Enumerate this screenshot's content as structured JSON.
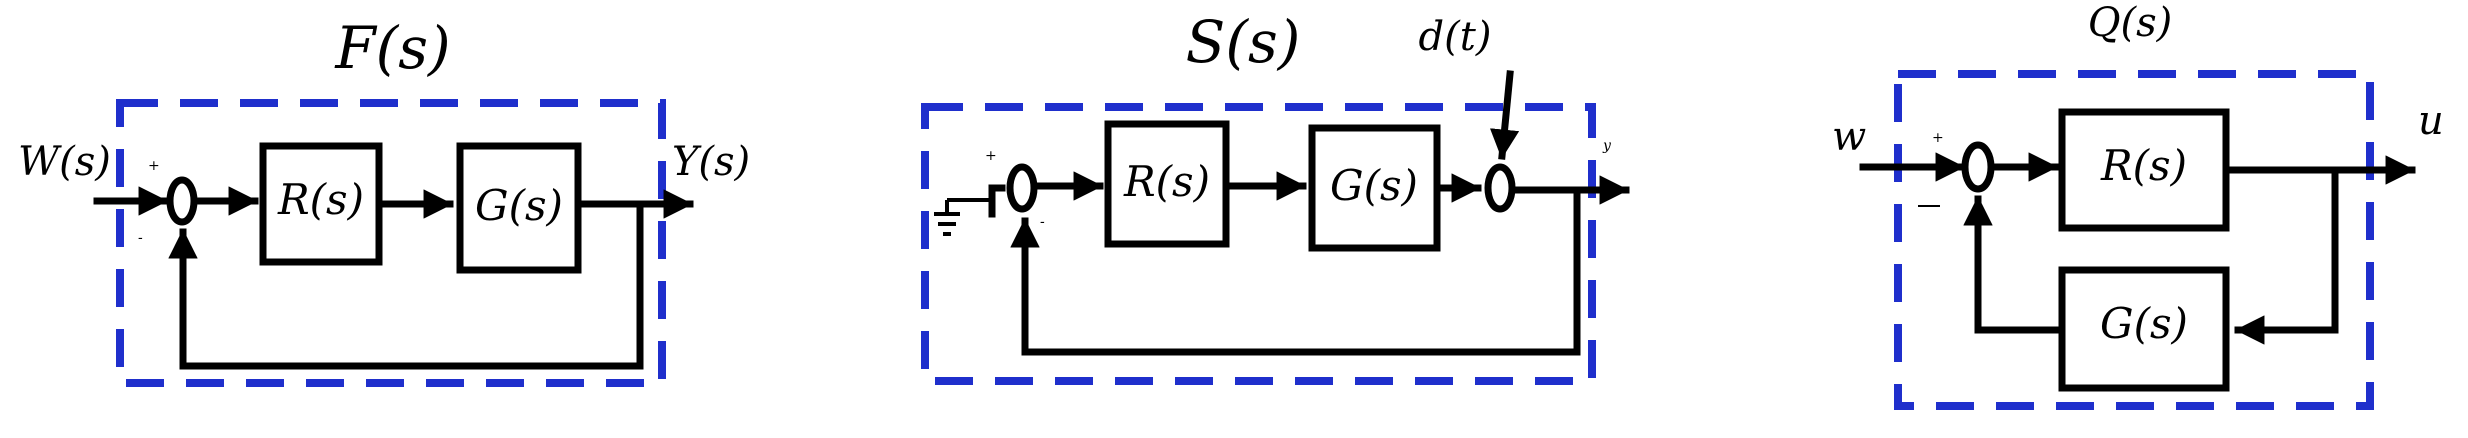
{
  "colors": {
    "frame": "#1f2fcc",
    "line": "#000000",
    "background": "#ffffff"
  },
  "diagrams": [
    {
      "title": "F(s)",
      "input": "W(s)",
      "output": "Y(s)",
      "blocks": [
        "R(s)",
        "G(s)"
      ]
    },
    {
      "title": "S(s)",
      "disturbance": "d(t)",
      "blocks": [
        "R(s)",
        "G(s)"
      ]
    },
    {
      "title": "Q(s)",
      "input": "w",
      "output": "u",
      "blocks": [
        "R(s)",
        "G(s)"
      ]
    }
  ]
}
